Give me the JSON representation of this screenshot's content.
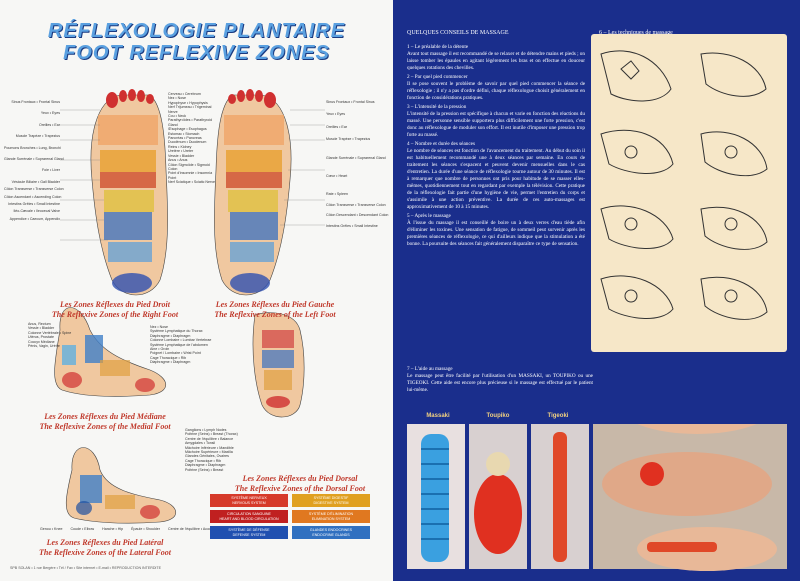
{
  "left": {
    "title_fr": "RÉFLEXOLOGIE PLANTAIRE",
    "title_en": "FOOT REFLEXIVE ZONES",
    "captions": {
      "right_foot_fr": "Les Zones Réflexes du Pied Droit",
      "right_foot_en": "The Reflexive Zones of the Right Foot",
      "left_foot_fr": "Les Zones Réflexes du Pied Gauche",
      "left_foot_en": "The Reflexive Zones of the Left Foot",
      "medial_fr": "Les Zones Réflexes du Pied Médiane",
      "medial_en": "The Reflexive Zones of the Medial Foot",
      "dorsal_fr": "Les Zones Réflexes du Pied Dorsal",
      "dorsal_en": "The Reflexive Zones of the Dorsal Foot",
      "lateral_fr": "Les Zones Réflexes du Pied Latéral",
      "lateral_en": "The Reflexive Zones of the Lateral Foot"
    },
    "labels_left": [
      "Sinus Frontaux • Frontal Sinus",
      "Yeux • Eyes",
      "Oreilles • Ear",
      "Muscle Trapèze • Trapezius",
      "Poumons Bronches • Lung, Bronchi",
      "Glande Surrénale • Suprarenal Gland",
      "Foie • Liver",
      "Vésicule Biliaire • Gall Bladder",
      "Côlon Transverse • Transverse Colon",
      "Côlon Ascendant • Ascending Colon",
      "Intestins Grêles • Small Intestine",
      "Iléo-Cæcale • Ileocecal Valve",
      "Appendice • Caecum, Appendix"
    ],
    "labels_center": [
      "Cerveau • Cerebrum",
      "Nez • Nose",
      "Hypophyse • Hypophysis",
      "Nerf Trijumeau • Trigeminal Nerve",
      "Cou • Neck",
      "Parathyroïdes • Parathyroid Gland",
      "Œsophage • Esophagus",
      "Estomac • Stomach",
      "Pancréas • Pancreas",
      "Duodénum • Duodenum",
      "Reins • Kidney",
      "Uretère • Ureter",
      "Vessie • Bladder",
      "Anus • Anus",
      "Côlon Sigmoïde • Sigmoid Colon",
      "Point d'insomnie • Insomnia Point",
      "Nerf Sciatique • Sciatic Nerve"
    ],
    "labels_right": [
      "Sinus Frontaux • Frontal Sinus",
      "Yeux • Eyes",
      "Oreilles • Ear",
      "Muscle Trapèze • Trapezius",
      "Glande Surrénale • Suprarenal Gland",
      "Cœur • Heart",
      "Rate • Spleen",
      "Côlon Transverse • Transverse Colon",
      "Côlon Descendant • Descendant Colon",
      "Intestins Grêles • Small Intestine"
    ],
    "labels_medial": [
      "Anus, Rectum",
      "Vessie • Bladder",
      "Colonne Vertébrale • Spine",
      "Utérus, Prostate",
      "Coccyx Médiane",
      "Pénis, Vagin, Urètre"
    ],
    "labels_dorsal": [
      "Nez • Nose",
      "Système Lymphatique du Thorax",
      "Diaphragme • Diaphragm",
      "Colonne Lombaire • Lumbar Vertebrae",
      "Système Lymphatique de l'abdomen",
      "Aine • Groin",
      "Poignet / Lombaire • Wrist Point",
      "Cage Thoracique • Rib",
      "Diaphragme • Diaphragm"
    ],
    "labels_lateral": [
      "Ganglions • Lymph Nodes",
      "Poitrine (Seins) • Breast (Thorax)",
      "Centre de l'équilibre • Balance",
      "Amygdales • Tonsil",
      "Mâchoire Inférieure • Mandible",
      "Mâchoire Supérieure • Maxilla",
      "Glandes Génitales, Ovaires",
      "Cage Thoracique • Rib",
      "Diaphragme • Diaphragm",
      "Poitrine (Seins) • Breast"
    ],
    "lateral_bottom": [
      "Genou • Knee",
      "Coude • Elbow",
      "Hanche • Hip",
      "Épaule • Shoulder",
      "Centre de l'équilibre • Acoustic Labyrinth"
    ],
    "legend": [
      {
        "label": "SYSTÈME NERVEUX\nNERVOUS SYSTEM",
        "color": "#d63a2a"
      },
      {
        "label": "SYSTÈME DIGESTIF\nDIGESTIVE SYSTEM",
        "color": "#e0a020"
      },
      {
        "label": "CIRCULATION SANGUINE\nHEART AND BLOOD CIRCULATION",
        "color": "#c02020"
      },
      {
        "label": "SYSTÈME D'ÉLIMINATION\nELIMINATION SYSTEM",
        "color": "#e07820"
      },
      {
        "label": "SYSTÈME DE DÉFENSE\nDEFENSE SYSTEM",
        "color": "#2050b0"
      },
      {
        "label": "GLANDES ENDOCRINES\nENDOCRINE GLANDS",
        "color": "#3070c0"
      }
    ],
    "footer": "SPB SOLAN • 1 rue Bergère • Tél / Fax • Site internet • E-mail • REPRODUCTION INTERDITE"
  },
  "right": {
    "heading": "QUELQUES CONSEILS DE MASSAGE",
    "tech_heading": "6 – Les techniques de massage",
    "sections": [
      {
        "h": "1 – Le préalable de la détente",
        "p": "Avant tout massage il est recommandé de se relaxer et de détendre mains et pieds ; on laisse tomber les épaules en agitant légèrement les bras et on effectue en douceur quelques rotations des chevilles."
      },
      {
        "h": "2 – Par quel pied commencer",
        "p": "Il se pose souvent le problème de savoir par quel pied commencer la séance de réflexologie ; il n'y a pas d'ordre défini, chaque réflexologue choisit généralement en fonction de considérations pratiques."
      },
      {
        "h": "3 – L'intensité de la pression",
        "p": "L'intensité de la pression est spécifique à chacun et varie en fonction des réactions du massé. Une personne sensible supportera plus difficilement une forte pression, c'est donc au réflexologue de moduler son effort. Il est inutile d'imposer une pression trop forte au massé."
      },
      {
        "h": "4 – Nombre et durée des séances",
        "p": "Le nombre de séances est fonction de l'avancement du traitement. Au début du soin il est habituellement recommandé une à deux séances par semaine. En cours de traitement les séances s'espacent et peuvent devenir mensuelles dans le cas d'entretien. La durée d'une séance de réflexologie tourne autour de 30 minutes. Il est à remarquer que nombre de personnes ont pris pour habitude de se masser elles-mêmes, quotidiennement tout en regardant par exemple la télévision. Cette pratique de la réflexologie fait partie d'une hygiène de vie, permet l'entretien du corps et s'assimile à une action préventive. La durée de ces auto-massages est approximativement de 10 à 15 minutes."
      },
      {
        "h": "5 – Après le massage",
        "p": "À l'issue du massage il est conseillé de boire un à deux verres d'eau tiède afin d'éliminer les toxines. Une sensation de fatigue, de sommeil peut survenir après les premières séances de réflexologie, ce qui d'ailleurs indique que la stimulation a été bonne. La poursuite des séances fait généralement disparaître ce type de sensation."
      }
    ],
    "aide_heading": "7 – L'aide au massage",
    "aide_text": "Le massage peut être facilité par l'utilisation d'un MASSAKI, un TOUPIKO ou une TIGEOKI. Cette aide est encore plus précieuse si le massage est effectué par le patient lui-même.",
    "products": [
      "Massaki",
      "Toupiko",
      "Tigeoki"
    ]
  }
}
